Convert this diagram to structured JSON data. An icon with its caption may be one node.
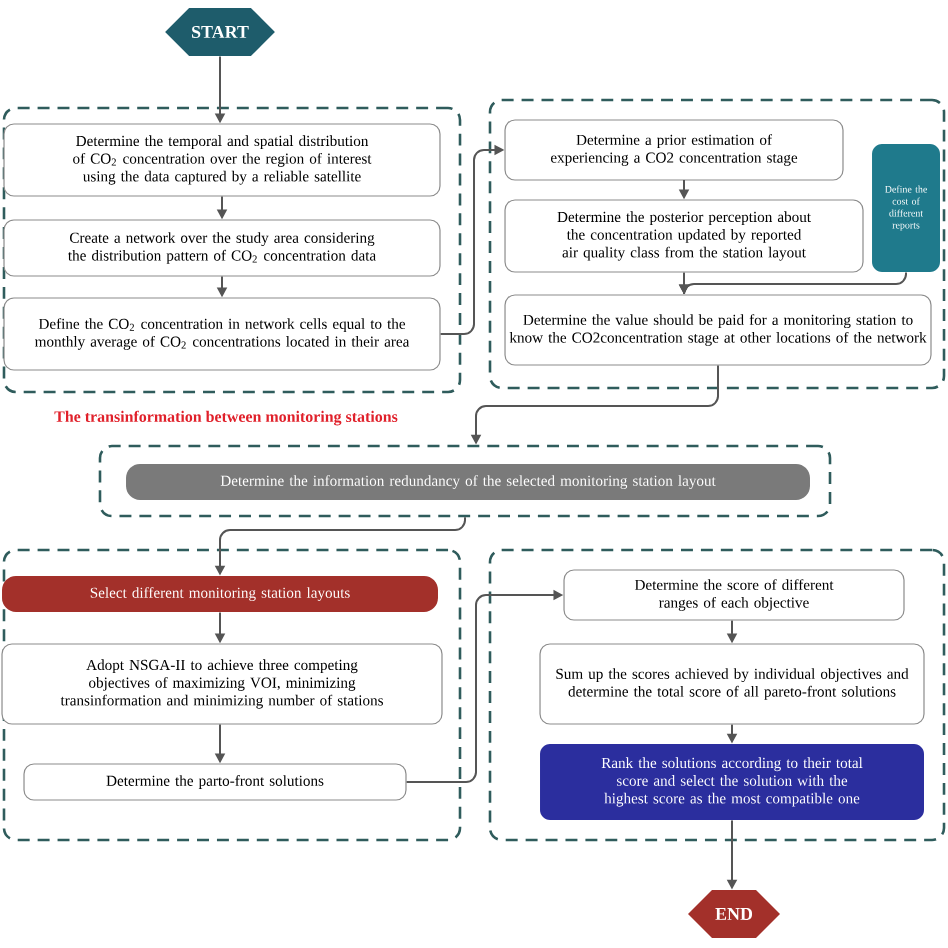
{
  "diagram": {
    "nodes": [
      {
        "text": [
          "START"
        ]
      },
      {
        "text": [],
        "shape": "box"
      },
      {
        "text": [
          "Determine the temporal and spatial distribution of CO$_{2}$ concentration over the region of interest using the data captured by a reliable satellite"
        ],
        "in": 1
      },
      {
        "text": [
          "Create a network over the study area considering the distribution pattern of CO$_{2}$ concentration data"
        ],
        "in": 1
      },
      {
        "text": [
          "Define the CO$_{2}$ concentration in network cells equal to the monthly average of CO$_{2}$ concentrations located in their area"
        ],
        "in": 1
      },
      {
        "text": [],
        "shape": "box"
      },
      {
        "text": [
          "Determine a prior estimation of experiencing a CO2 concentration stage"
        ],
        "in": 5
      },
      {
        "text": [
          "Determine the posterior perception about the concentration updated by reported air quality class from the station layout"
        ],
        "in": 5
      },
      {
        "text": [
          "Determine the value should be paid for a monitoring station to know the CO2concentration stage at other locations of the network"
        ],
        "in": 5
      },
      {
        "text": [
          "Define the cost of different reports"
        ],
        "in": 5
      },
      {
        "text": [
          "The transinformation between monitoring stations"
        ]
      },
      {
        "text": [
          "Determine the information redundancy of the selected monitoring station layout"
        ],
        "in": 10
      },
      {
        "text": [],
        "shape": "box"
      },
      {
        "text": [
          "Select different monitoring station layouts"
        ],
        "in": 12
      },
      {
        "text": [
          "Adopt NSGA-II to achieve three competing objectives of maximizing VOI, minimizing transinformation and minimizing number of stations"
        ],
        "in": 12
      },
      {
        "text": [
          "Determine the parto-front solutions"
        ],
        "in": 12
      },
      {
        "text": [],
        "shape": "box"
      },
      {
        "text": [
          "Determine the score of different ranges of each objective"
        ],
        "in": 16
      },
      {
        "text": [
          "Sum up the scores achieved by individual objectives and determine the total score of all pareto-front solutions"
        ],
        "in": 16
      },
      {
        "text": [
          "Rank the solutions according to their total score and select the solution with the highest score as the most compatible one"
        ],
        "in": 16
      },
      {
        "text": [
          "END"
        ]
      }
    ],
    "edges": [
      {
        "from": 0,
        "to": 2,
        "arrow": "to"
      },
      {
        "from": 2,
        "to": 3,
        "arrow": "to"
      },
      {
        "from": 3,
        "to": 4,
        "arrow": "to"
      },
      {
        "from": 4,
        "to": 6,
        "arrow": "to"
      },
      {
        "from": 6,
        "to": 7,
        "arrow": "to"
      },
      {
        "from": 7,
        "to": 8,
        "arrow": "to"
      },
      {
        "from": 9,
        "to": 8,
        "arrow": "to"
      },
      {
        "from": 8,
        "to": 10,
        "arrow": "to"
      },
      {
        "from": 10,
        "to": 13,
        "arrow": "to"
      },
      {
        "from": 13,
        "to": 14,
        "arrow": "to"
      },
      {
        "from": 14,
        "to": 15,
        "arrow": "to"
      },
      {
        "from": 15,
        "to": 17,
        "arrow": "to"
      },
      {
        "from": 17,
        "to": 18,
        "arrow": "to"
      },
      {
        "from": 18,
        "to": 19,
        "arrow": "to"
      },
      {
        "from": 19,
        "to": 20,
        "arrow": "to"
      }
    ]
  }
}
